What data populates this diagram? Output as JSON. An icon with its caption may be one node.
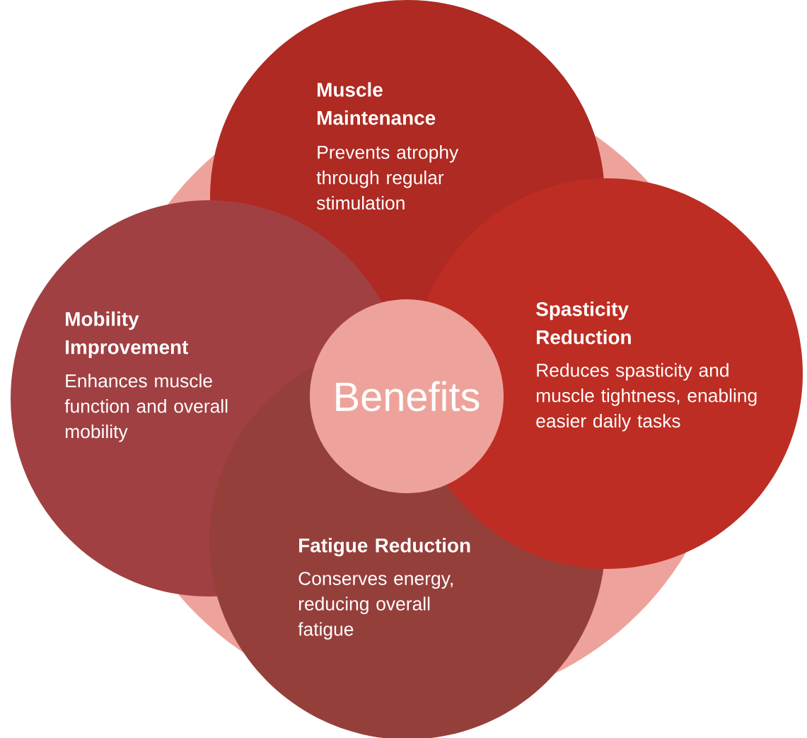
{
  "diagram": {
    "nodes": [
      {
        "text": [
          "Muscle Maintenance",
          "Prevents atrophy through regular stimulation"
        ]
      },
      {
        "text": [
          "Mobility Improvement",
          "Enhances muscle function and overall mobility"
        ]
      },
      {
        "text": [
          "Spasticity Reduction",
          "Reduces spasticity and muscle tightness, enabling easier daily tasks"
        ]
      },
      {
        "text": [
          "Fatigue Reduction",
          "Conserves energy, reducing overall fatigue"
        ]
      },
      {
        "text": [
          "Benefits"
        ]
      }
    ]
  }
}
